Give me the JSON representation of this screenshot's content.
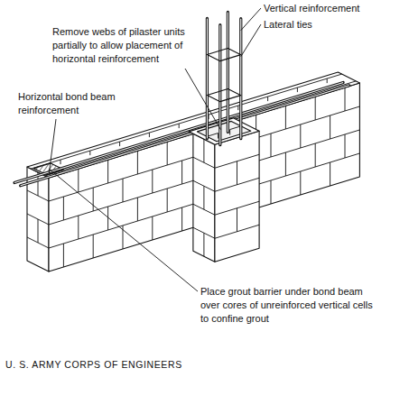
{
  "diagram": {
    "labels": [
      "Vertical reinforcement",
      "Lateral ties",
      "Remove webs of pilaster units partially to allow placement of horizontal reinforcement",
      "Horizontal bond beam reinforcement",
      "Place grout barrier under bond beam over cores of unreinforced vertical cells to confine grout",
      "U. S. ARMY CORPS OF ENGINEERS"
    ]
  }
}
